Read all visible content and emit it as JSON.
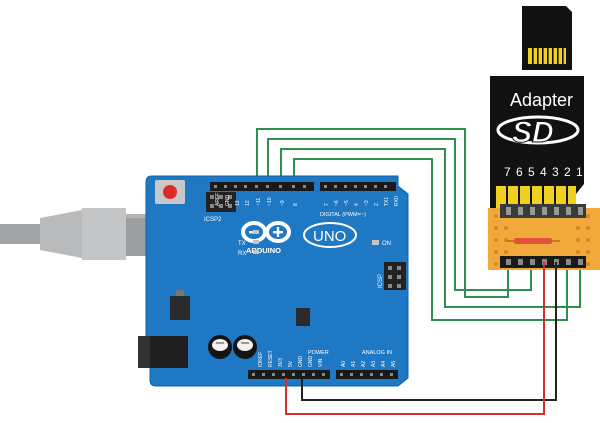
{
  "sd_adapter": {
    "label": "Adapter",
    "logo_text": "SD",
    "pin_numbers": [
      "7",
      "6",
      "5",
      "4",
      "3",
      "2",
      "1"
    ]
  },
  "arduino": {
    "brand": "ARDUINO",
    "model": "UNO",
    "icsp2": "ICSP2",
    "icsp": "ICSP",
    "digital_label": "DIGITAL (PWM=~)",
    "analog_label": "ANALOG IN",
    "power_label": "POWER",
    "tx": "TX",
    "rx": "RX",
    "on": "ON",
    "l": "L",
    "digital_pins": [
      "AREF",
      "GND",
      "13",
      "12",
      "~11",
      "~10",
      "~9",
      "8",
      "7",
      "~6",
      "~5",
      "4",
      "~3",
      "2",
      "TX1",
      "RX0"
    ],
    "power_pins": [
      "IOREF",
      "RESET",
      "3V3",
      "5V",
      "GND",
      "GND",
      "VIN"
    ],
    "analog_pins": [
      "A0",
      "A1",
      "A2",
      "A3",
      "A4",
      "A5"
    ]
  },
  "colors": {
    "board": "#1f78c3",
    "board_edge": "#1361a6",
    "wire_green": "#2f8f4e",
    "wire_black": "#222222",
    "wire_red": "#d62d2d",
    "perfboard": "#f2a93b",
    "sd_body": "#111111",
    "sd_contacts": "#f0d020"
  }
}
